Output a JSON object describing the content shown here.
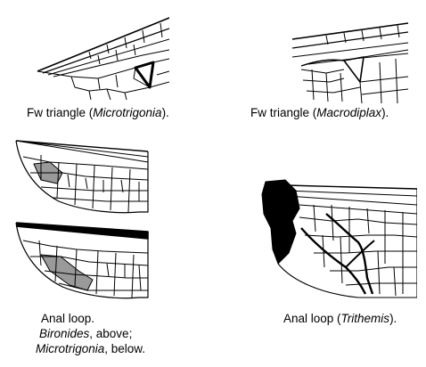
{
  "captions": {
    "fw_micro": {
      "prefix": "Fw triangle (",
      "taxon": "Microtrigonia",
      "suffix": ")."
    },
    "fw_macro": {
      "prefix": "Fw triangle (",
      "taxon": "Macrodiplax",
      "suffix": ")."
    },
    "anal_left": {
      "line1": "Anal loop.",
      "line2_taxon": "Bironides",
      "line2_rest": ", above;",
      "line3_taxon": "Microtrigonia",
      "line3_rest": ", below."
    },
    "anal_trithemis": {
      "prefix": "Anal loop (",
      "taxon": "Trithemis",
      "suffix": ")."
    }
  },
  "colors": {
    "ink": "#000000",
    "stipple": "#9a9a9a",
    "background": "#ffffff"
  }
}
